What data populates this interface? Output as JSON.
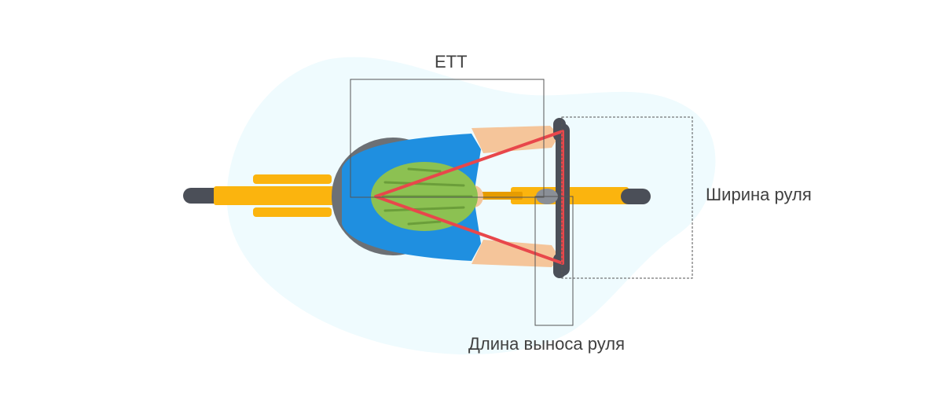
{
  "labels": {
    "ett": "ETT",
    "handlebar_width": "Ширина руля",
    "stem_length": "Длина выноса руля"
  },
  "colors": {
    "blob": "#effbfe",
    "frame": "#fbb40e",
    "frame_dark": "#e69c00",
    "tire": "#4b4f58",
    "jersey": "#1f8fe0",
    "shadow": "#6c7075",
    "helmet": "#8cc152",
    "helmet_dark": "#6b9e3a",
    "skin": "#f5c59a",
    "fit_triangle": "#e8474b",
    "dimension_line": "#555555"
  }
}
